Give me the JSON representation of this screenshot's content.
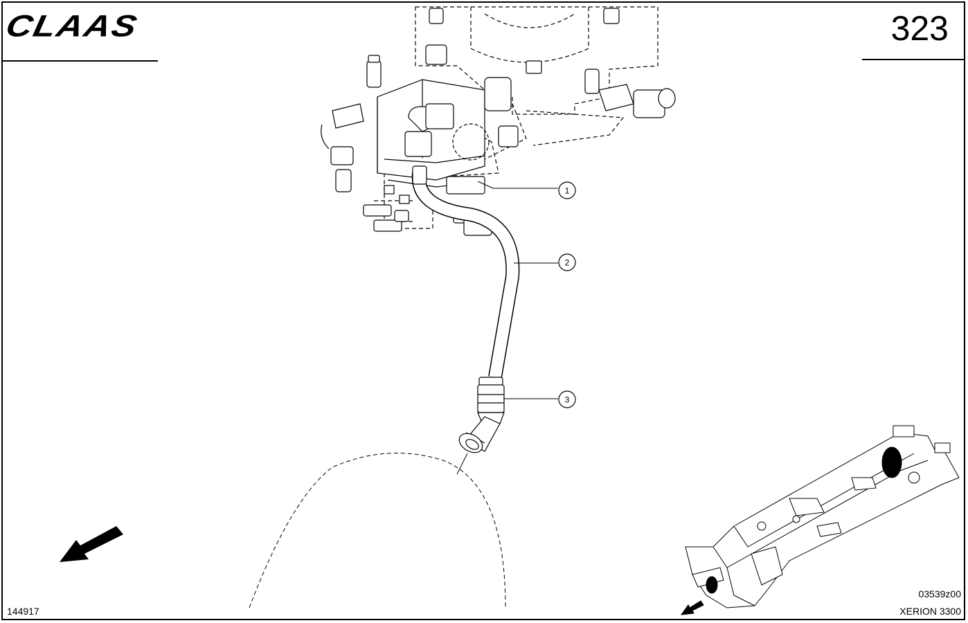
{
  "header": {
    "brand": "CLAAS",
    "page_number": "323"
  },
  "callouts": [
    {
      "label": "1"
    },
    {
      "label": "2"
    },
    {
      "label": "3"
    }
  ],
  "footer": {
    "drawing_id": "144917",
    "reference_code": "03539z00",
    "model": "XERION 3300"
  },
  "icons": {
    "direction_arrow": "arrow-down-left-icon",
    "overview": "tractor-frame-overview-icon"
  },
  "colors": {
    "line": "#000000",
    "background": "#ffffff"
  }
}
